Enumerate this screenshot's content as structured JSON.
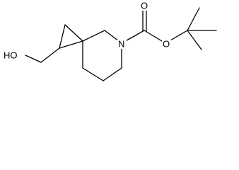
{
  "molecule": {
    "atoms": {
      "hydroxyl": "HO",
      "ring_nitrogen": "N",
      "carbonyl_oxygen": "O",
      "ester_oxygen": "O"
    }
  }
}
